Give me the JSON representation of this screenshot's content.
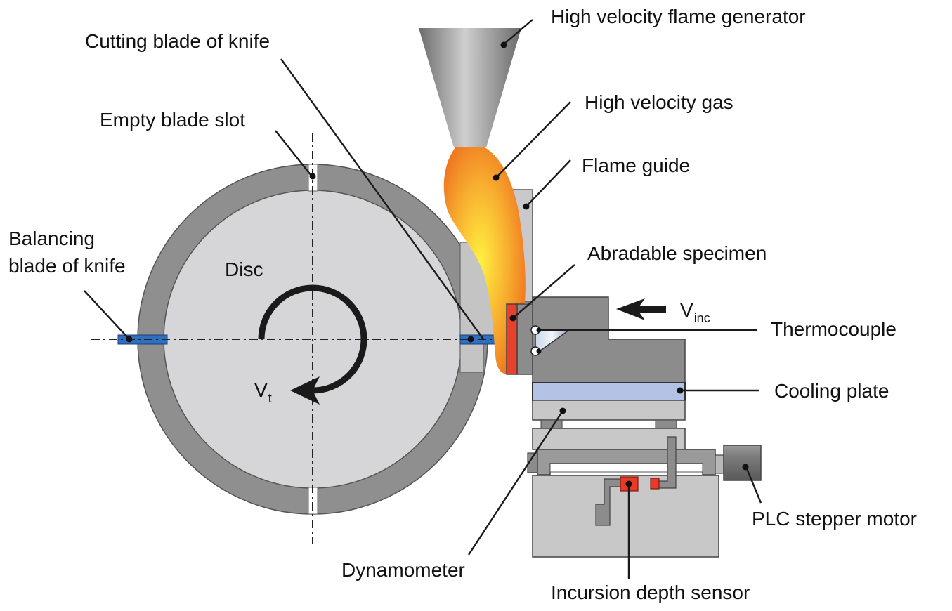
{
  "figure": {
    "title": "Rotating disc abradable test rig schematic",
    "colors": {
      "disc_rim": "#8f8f8f",
      "disc_face": "#d6d6d8",
      "blade": "#2f6fc0",
      "flame_outer": "#f07a20",
      "flame_inner": "#ffe033",
      "specimen": "#e8402a",
      "cooling_plate": "#b4c2e6",
      "block_dark": "#8c8c8c",
      "block_light": "#c8c8c8",
      "sensor_red": "#e83a26"
    }
  },
  "labels": {
    "flame_generator": "High velocity flame generator",
    "cutting_blade": "Cutting blade of knife",
    "gas": "High velocity gas",
    "empty_slot": "Empty blade slot",
    "flame_guide": "Flame guide",
    "balancing_line1": "Balancing",
    "balancing_line2": "blade of knife",
    "disc": "Disc",
    "specimen": "Abradable specimen",
    "v_inc_main": "V",
    "v_inc_sub": "inc",
    "thermocouple": "Thermocouple",
    "cooling_plate": "Cooling plate",
    "v_t_main": "V",
    "v_t_sub": "t",
    "plc_motor": "PLC stepper motor",
    "dynamometer": "Dynamometer",
    "incursion_sensor": "Incursion depth sensor"
  }
}
